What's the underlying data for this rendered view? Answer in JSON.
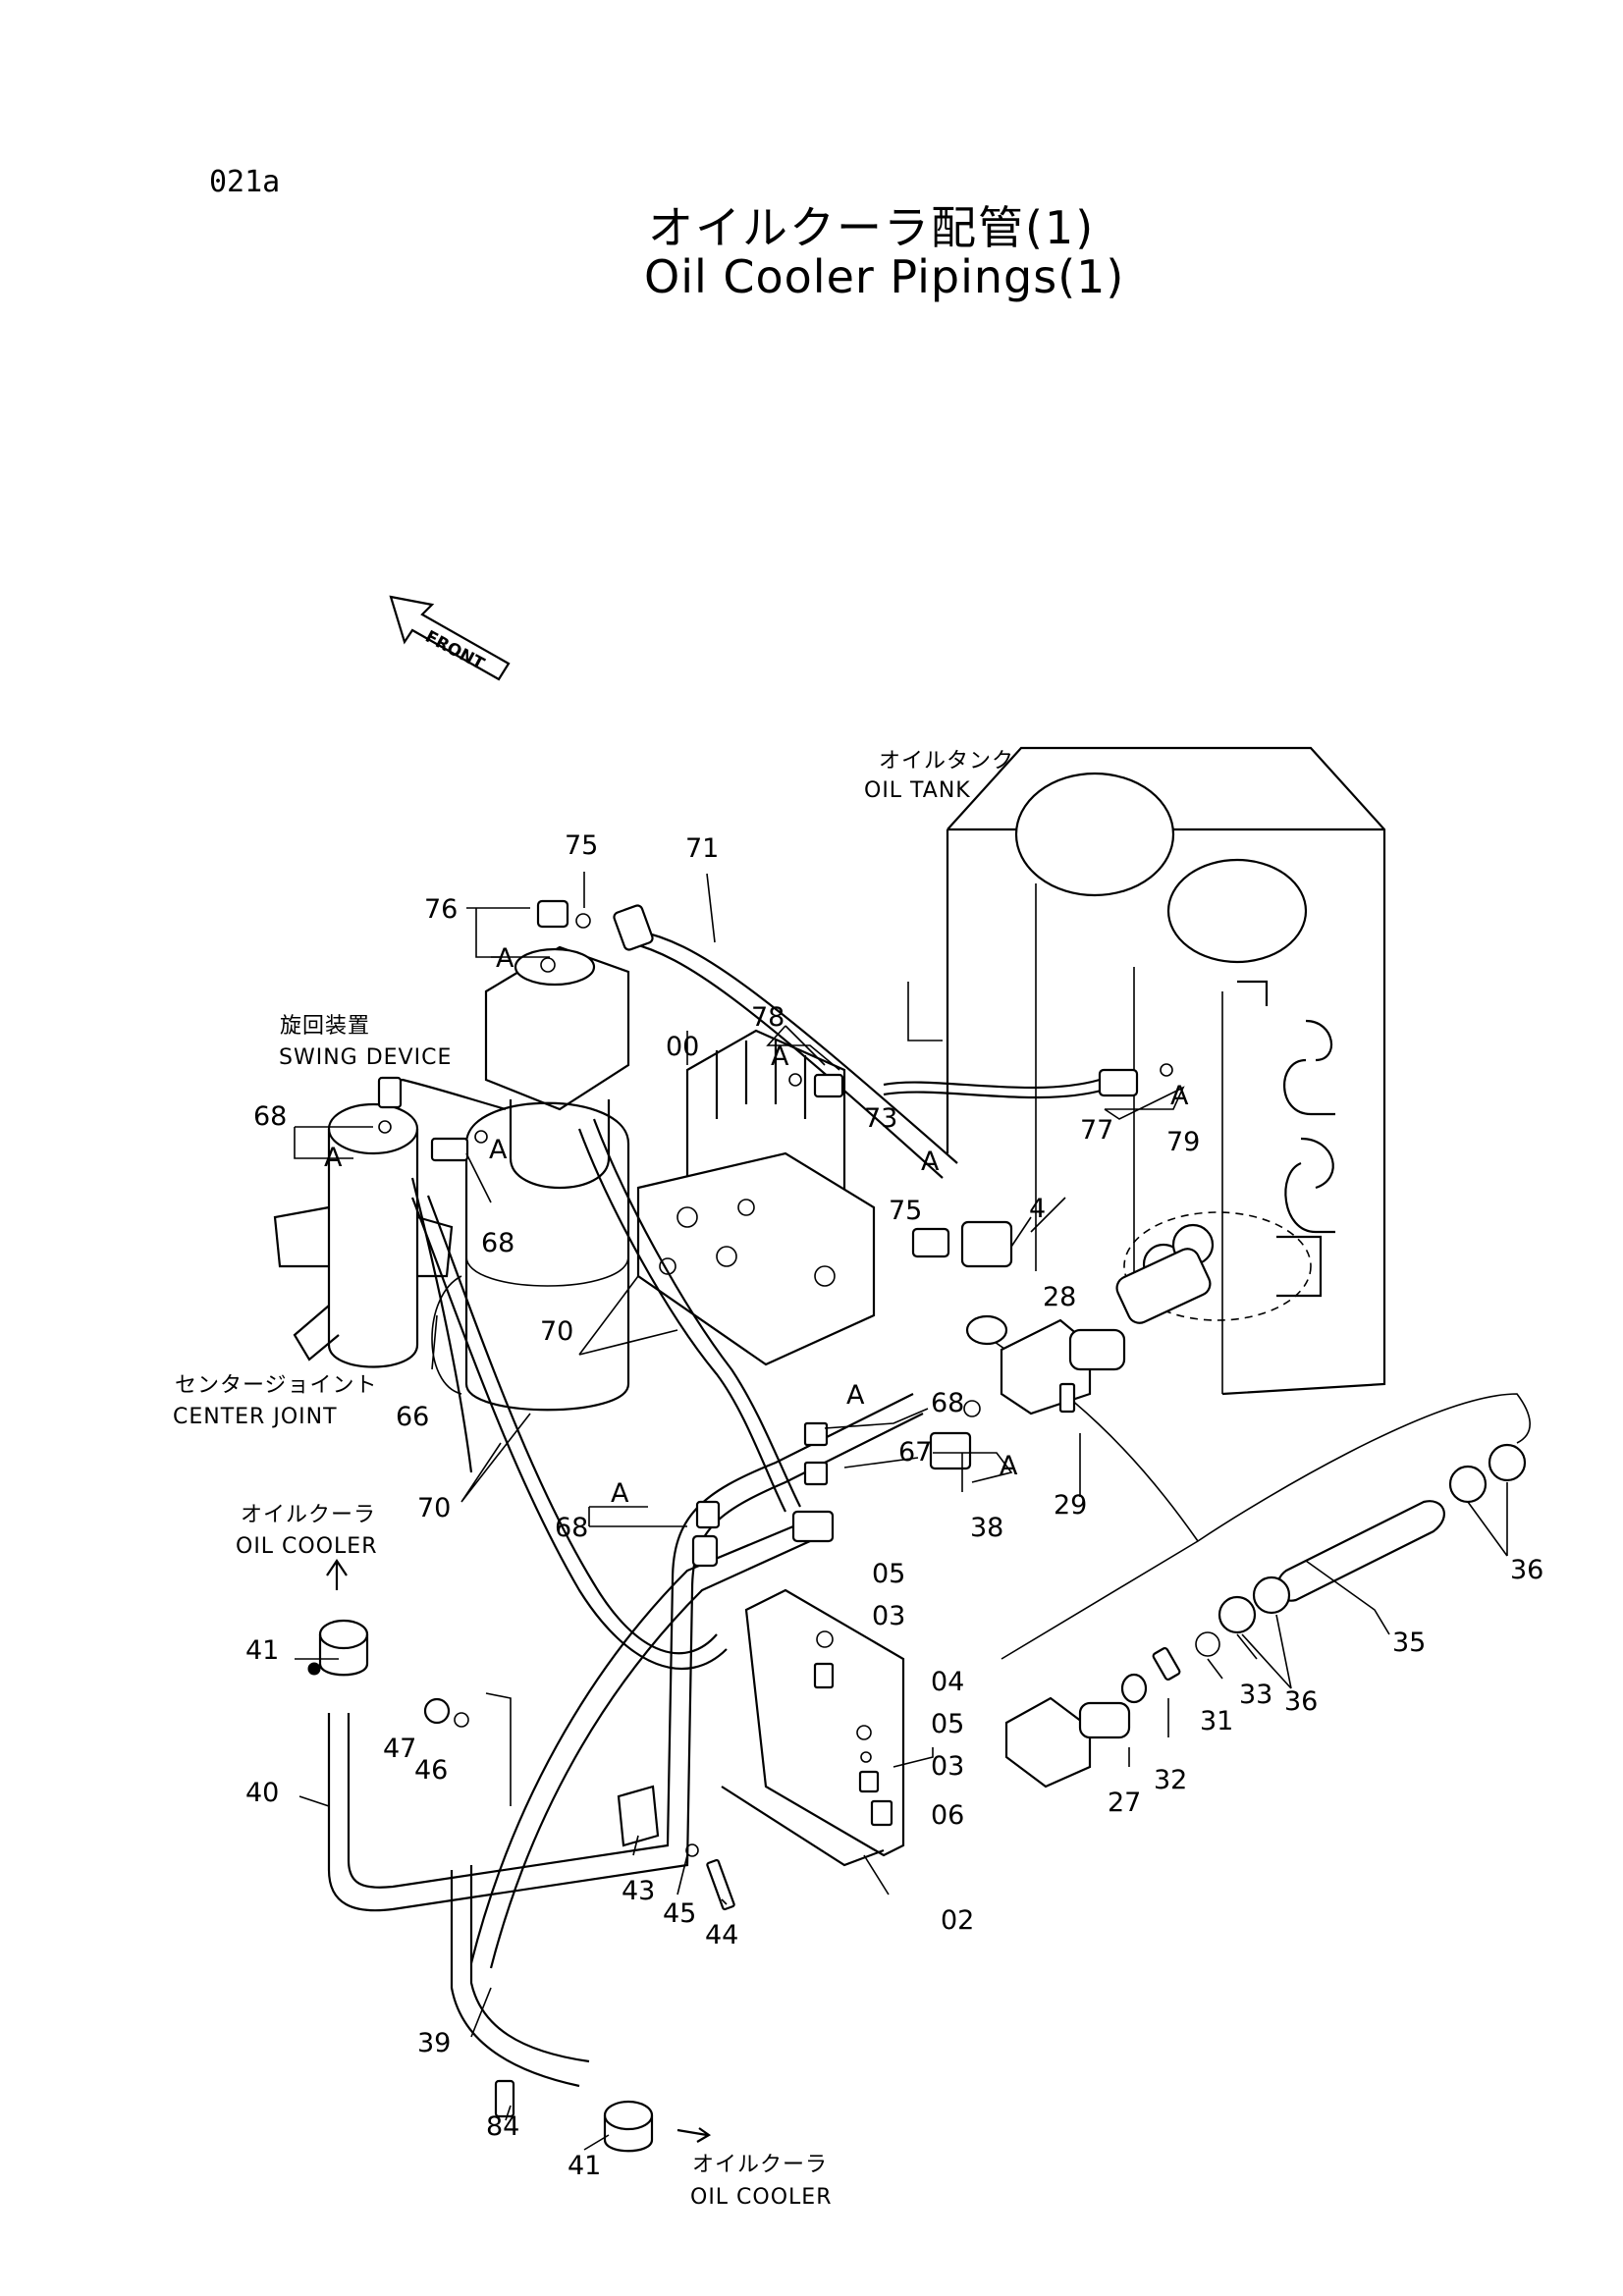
{
  "header": {
    "page_id": "021a",
    "title_jp": "オイルクーラ配管(1)",
    "title_en": "Oil Cooler Pipings(1)"
  },
  "captions": {
    "front": "FRONT",
    "oil_tank_jp": "オイルタンク",
    "oil_tank_en": "OIL TANK",
    "swing_jp": "旋回装置",
    "swing_en": "SWING DEVICE",
    "center_jp": "センタージョイント",
    "center_en": "CENTER JOINT",
    "cooler_top_jp": "オイルクーラ",
    "cooler_top_en": "OIL COOLER",
    "cooler_bottom_jp": "オイルクーラ",
    "cooler_bottom_en": "OIL COOLER"
  },
  "part_numbers": {
    "p75a": "75",
    "p71": "71",
    "p76": "76",
    "pA1": "A",
    "p78": "78",
    "pA2": "A",
    "p00": "00",
    "p68a": "68",
    "pA3": "A",
    "pA4": "A",
    "p68b": "68",
    "p73": "73",
    "pA5": "A",
    "p75b": "75",
    "p4": "4",
    "p77": "77",
    "p79": "79",
    "pA6": "A",
    "p28": "28",
    "p70a": "70",
    "p66": "66",
    "p68c": "68",
    "pA7": "A",
    "p67": "67",
    "p38": "38",
    "p29": "29",
    "pA8": "A",
    "p70b": "70",
    "pA9": "A",
    "p68d": "68",
    "p36a": "36",
    "p35": "35",
    "p36b": "36",
    "p05a": "05",
    "p03a": "03",
    "p04": "04",
    "p05b": "05",
    "p03b": "03",
    "p06": "06",
    "p02": "02",
    "p41a": "41",
    "p47": "47",
    "p46": "46",
    "p40": "40",
    "p43": "43",
    "p45": "45",
    "p44": "44",
    "p33": "33",
    "p31": "31",
    "p32": "32",
    "p27": "27",
    "p39": "39",
    "p84": "84",
    "p41b": "41"
  }
}
